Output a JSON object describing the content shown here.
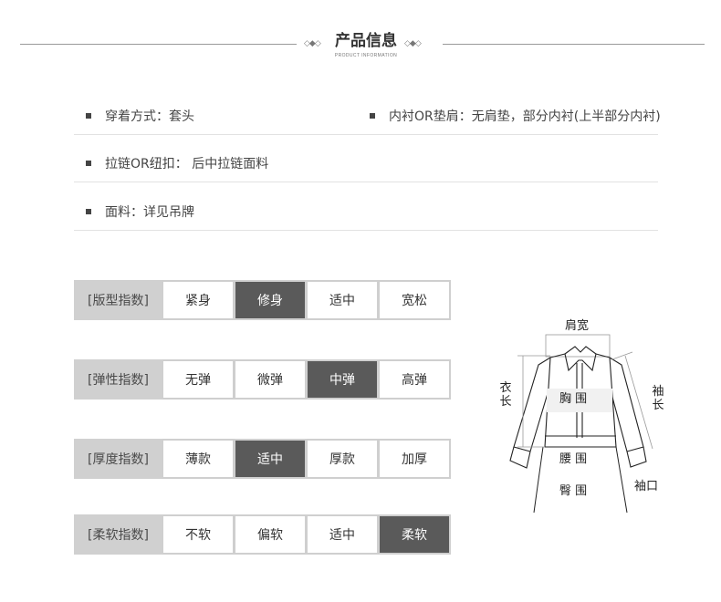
{
  "header": {
    "title": "产品信息",
    "subtitle": "PRODUCT INFORMATION",
    "ornament": "◇◆◇"
  },
  "info": {
    "wear": "穿着方式：套头",
    "lining": "内衬OR垫肩：无肩垫，部分内衬(上半部分内衬)",
    "zipper": "拉链OR纽扣： 后中拉链面料",
    "fabric": "面料：详见吊牌"
  },
  "scales": [
    {
      "label": "[版型指数]",
      "options": [
        "紧身",
        "修身",
        "适中",
        "宽松"
      ],
      "selected": "修身"
    },
    {
      "label": "[弹性指数]",
      "options": [
        "无弹",
        "微弹",
        "中弹",
        "高弹"
      ],
      "selected": "中弹"
    },
    {
      "label": "[厚度指数]",
      "options": [
        "薄款",
        "适中",
        "厚款",
        "加厚"
      ],
      "selected": "适中"
    },
    {
      "label": "[柔软指数]",
      "options": [
        "不软",
        "偏软",
        "适中",
        "柔软"
      ],
      "selected": "柔软"
    }
  ],
  "diagram": {
    "shoulder": "肩宽",
    "length": "衣长",
    "chest": "胸 围",
    "sleeve": "袖长",
    "waist": "腰 围",
    "hip": "臀 围",
    "cuff": "袖口"
  },
  "colors": {
    "selected_bg": "#5a5a5a",
    "label_bg": "#d0d0d0",
    "option_border": "#cfcfcf"
  }
}
